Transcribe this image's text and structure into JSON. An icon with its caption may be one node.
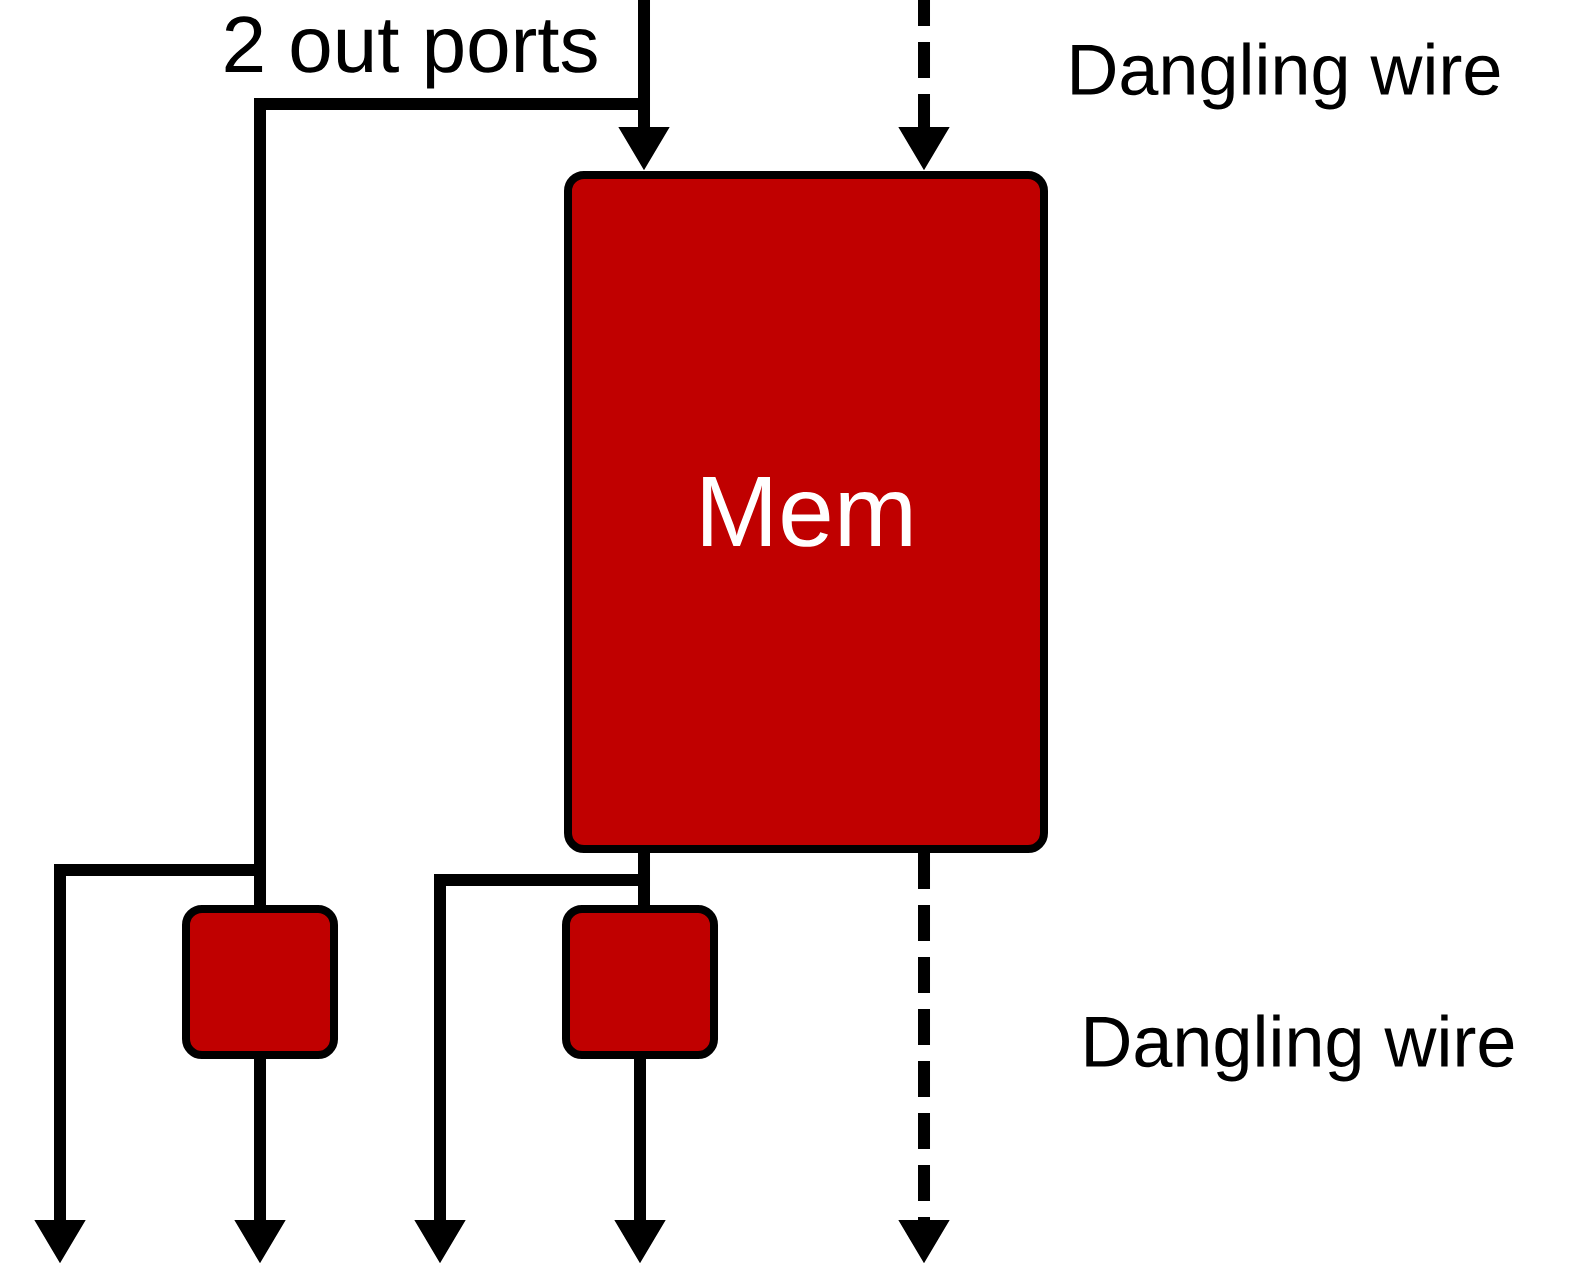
{
  "diagram": {
    "nodes": [
      {
        "text": [
          "Mem"
        ]
      },
      {
        "text": [],
        "shape": "box"
      },
      {
        "text": [],
        "shape": "box"
      }
    ],
    "edges": [
      {
        "from": null,
        "to": 0,
        "arrow": "to"
      },
      {
        "from": null,
        "to": 1,
        "arrow": "none"
      },
      {
        "from": 1,
        "to": null,
        "arrow": "to"
      },
      {
        "from": 0,
        "to": 2,
        "arrow": "none"
      },
      {
        "from": 0,
        "to": null,
        "arrow": "to"
      },
      {
        "from": 2,
        "to": null,
        "arrow": "to"
      },
      {
        "from": null,
        "to": 0,
        "arrow": "to",
        "style": "dashed"
      },
      {
        "from": 0,
        "to": null,
        "arrow": "to",
        "style": "dashed"
      }
    ],
    "labels": [
      "2 out ports",
      "Dangling wire",
      "Dangling wire"
    ]
  }
}
